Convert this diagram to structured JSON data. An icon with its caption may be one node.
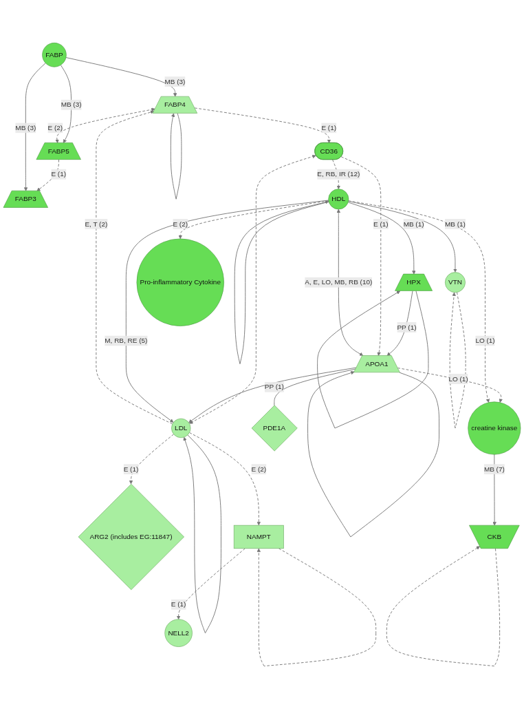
{
  "diagram": {
    "nodes": [
      {
        "text": [
          "FABP3"
        ]
      },
      {
        "text": [
          "FABP5"
        ]
      },
      {
        "text": [
          "FABP"
        ]
      },
      {
        "text": [
          "FABP4"
        ]
      },
      {
        "text": [
          "HPX"
        ]
      },
      {
        "text": [
          "CD36"
        ]
      },
      {
        "text": [
          "ARG2 (includes EG:11847)"
        ]
      },
      {
        "text": [
          "LDL"
        ]
      },
      {
        "text": [
          "NELL2"
        ]
      },
      {
        "text": [
          "APOA1"
        ]
      },
      {
        "text": [
          "NAMPT"
        ]
      },
      {
        "text": [
          "HDL"
        ]
      },
      {
        "text": [
          "VTN"
        ]
      },
      {
        "text": [
          "PDE1A"
        ]
      },
      {
        "text": [
          "creatine kinase"
        ]
      },
      {
        "text": [
          "Pro-inflammatory Cytokine"
        ]
      },
      {
        "text": [
          "CKB"
        ]
      }
    ],
    "edges": [
      {
        "from": 1,
        "to": 0,
        "arrow": "to",
        "label": "E (1)",
        "style": "dashed"
      },
      {
        "from": 2,
        "to": 0,
        "arrow": "to",
        "label": "MB (3)"
      },
      {
        "from": 2,
        "to": 1,
        "arrow": "to",
        "label": "MB (3)"
      },
      {
        "from": 2,
        "to": 3,
        "arrow": "to",
        "label": "MB (3)"
      },
      {
        "from": 3,
        "to": 1,
        "arrow": "both",
        "label": "E (2)",
        "style": "dashed"
      },
      {
        "from": 3,
        "to": 3,
        "arrow": "to"
      },
      {
        "from": 3,
        "to": 5,
        "arrow": "to",
        "label": "E (1)",
        "style": "dashed"
      },
      {
        "from": 7,
        "to": 3,
        "arrow": "to",
        "label": "E, T (2)",
        "style": "dashed"
      },
      {
        "from": 4,
        "to": 4,
        "arrow": "to"
      },
      {
        "from": 4,
        "to": 9,
        "arrow": "to",
        "label": "PP (1)"
      },
      {
        "from": 11,
        "to": 4,
        "arrow": "to",
        "label": "MB (1)"
      },
      {
        "from": 5,
        "to": 7,
        "arrow": "both",
        "style": "dashed"
      },
      {
        "from": 5,
        "to": 11,
        "arrow": "to",
        "label": "E, RB, IR (12)",
        "style": "dashed"
      },
      {
        "from": 5,
        "to": 9,
        "arrow": "to",
        "label": "E (1)",
        "style": "dashed"
      },
      {
        "from": 7,
        "to": 6,
        "arrow": "to",
        "label": "E (1)",
        "style": "dashed"
      },
      {
        "from": 7,
        "to": 7,
        "arrow": "to"
      },
      {
        "from": 9,
        "to": 7,
        "arrow": "to"
      },
      {
        "from": 11,
        "to": 7,
        "arrow": "to",
        "label": "M, RB, RE (5)"
      },
      {
        "from": 7,
        "to": 10,
        "arrow": "to",
        "label": "E (2)",
        "style": "dashed"
      },
      {
        "from": 10,
        "to": 10,
        "arrow": "to",
        "style": "dashed"
      },
      {
        "from": 10,
        "to": 8,
        "arrow": "to",
        "label": "E (1)",
        "style": "dashed"
      },
      {
        "from": 9,
        "to": 9,
        "arrow": "to"
      },
      {
        "from": 9,
        "to": 11,
        "arrow": "both",
        "label": "A, E, LO, MB, RB (10)"
      },
      {
        "from": 9,
        "to": 13,
        "arrow": "none",
        "label": "PP (1)"
      },
      {
        "from": 9,
        "to": 14,
        "arrow": "to",
        "label": "LO (1)",
        "style": "dashed"
      },
      {
        "from": 11,
        "to": 11,
        "arrow": "to"
      },
      {
        "from": 11,
        "to": 14,
        "arrow": "to",
        "label": "LO (1)",
        "style": "dashed"
      },
      {
        "from": 11,
        "to": 12,
        "arrow": "to",
        "label": "MB (1)"
      },
      {
        "from": 12,
        "to": 12,
        "arrow": "to",
        "style": "dashed"
      },
      {
        "from": 11,
        "to": 15,
        "arrow": "to",
        "label": "E (2)",
        "style": "dashed"
      },
      {
        "from": 14,
        "to": 16,
        "arrow": "to",
        "label": "MB (7)"
      },
      {
        "from": 16,
        "to": 16,
        "arrow": "to",
        "style": "dashed"
      }
    ]
  }
}
